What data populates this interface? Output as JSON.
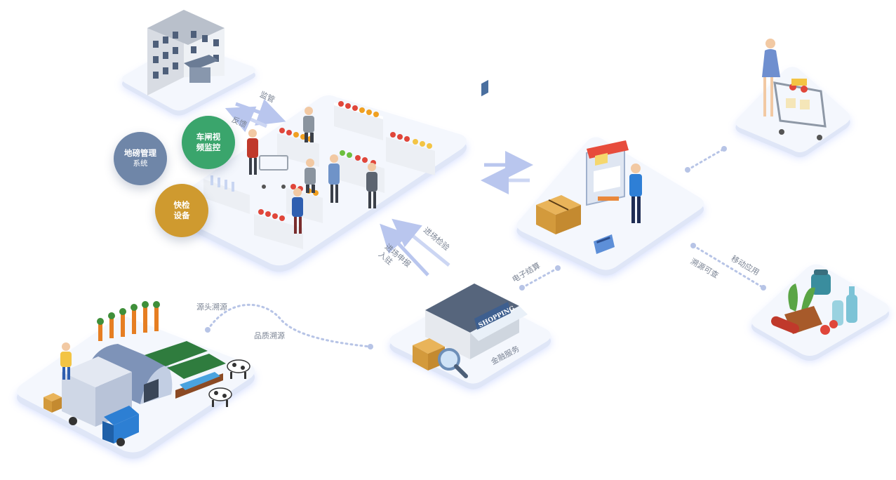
{
  "colors": {
    "platform_top": "#f4f7fd",
    "platform_side": "#dfe6f7",
    "platform_glow": "#8ea6ff",
    "arrow": "#b9c6ee",
    "dots": "#b7c4e6",
    "circle_blue": "#6f86a8",
    "circle_green": "#3aa56c",
    "circle_gold": "#cf9a2f",
    "label": "#7b8494"
  },
  "icons": {
    "government": "government-building-icon",
    "market": "farmers-market-icon",
    "checkout": "online-checkout-icon",
    "shopper": "shopping-cart-customer-icon",
    "supermarket": "shopping-store-icon",
    "produce": "fresh-produce-icon",
    "farm": "farm-greenhouse-icon"
  },
  "circles": {
    "weighbridge": {
      "line1": "地磅管理",
      "line2": "系统"
    },
    "camera": {
      "line1": "车闸视",
      "line2": "频监控"
    },
    "quick_test": {
      "line1": "快检",
      "line2": "设备"
    }
  },
  "labels": {
    "supervision": "监管",
    "feedback": "反馈",
    "entry_inspection": "进场检验",
    "entry_declaration_1": "进场申报",
    "entry_declaration_2": "入驻",
    "e_settlement": "电子结算",
    "financial_service": "金融服务",
    "mobile_app": "移动应用",
    "traceable": "溯源可查",
    "source_trace": "源头溯源",
    "quality_trace": "品质溯源"
  },
  "store_sign": "SHOPPING"
}
